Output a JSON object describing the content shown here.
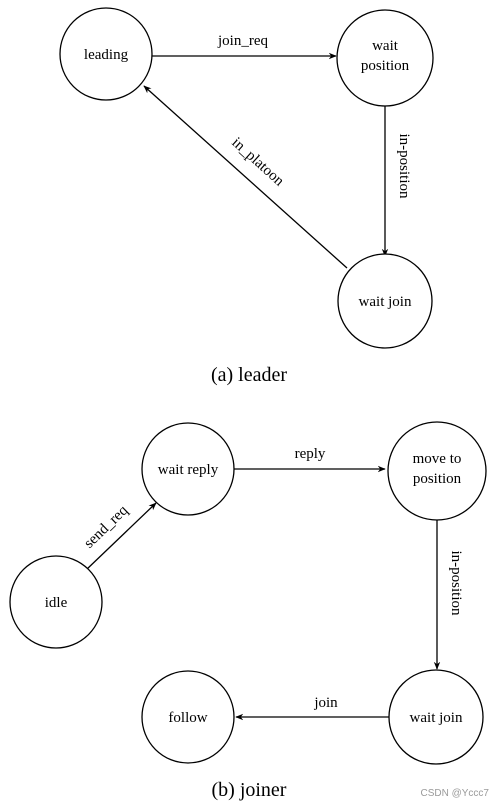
{
  "leader": {
    "caption": "(a) leader",
    "states": {
      "leading": "leading",
      "wait_position_1": "wait",
      "wait_position_2": "position",
      "wait_join": "wait join"
    },
    "transitions": {
      "join_req": "join_req",
      "in_position": "in-position",
      "in_platoon": "in_platoon"
    }
  },
  "joiner": {
    "caption": "(b) joiner",
    "states": {
      "idle": "idle",
      "wait_reply": "wait reply",
      "move_to_position_1": "move to",
      "move_to_position_2": "position",
      "wait_join": "wait join",
      "follow": "follow"
    },
    "transitions": {
      "send_req": "send_req",
      "reply": "reply",
      "in_position": "in-position",
      "join": "join"
    }
  },
  "watermark": "CSDN @Yccc7",
  "colors": {
    "stroke": "#000000",
    "background": "#ffffff",
    "watermark": "#9a9a9a"
  }
}
